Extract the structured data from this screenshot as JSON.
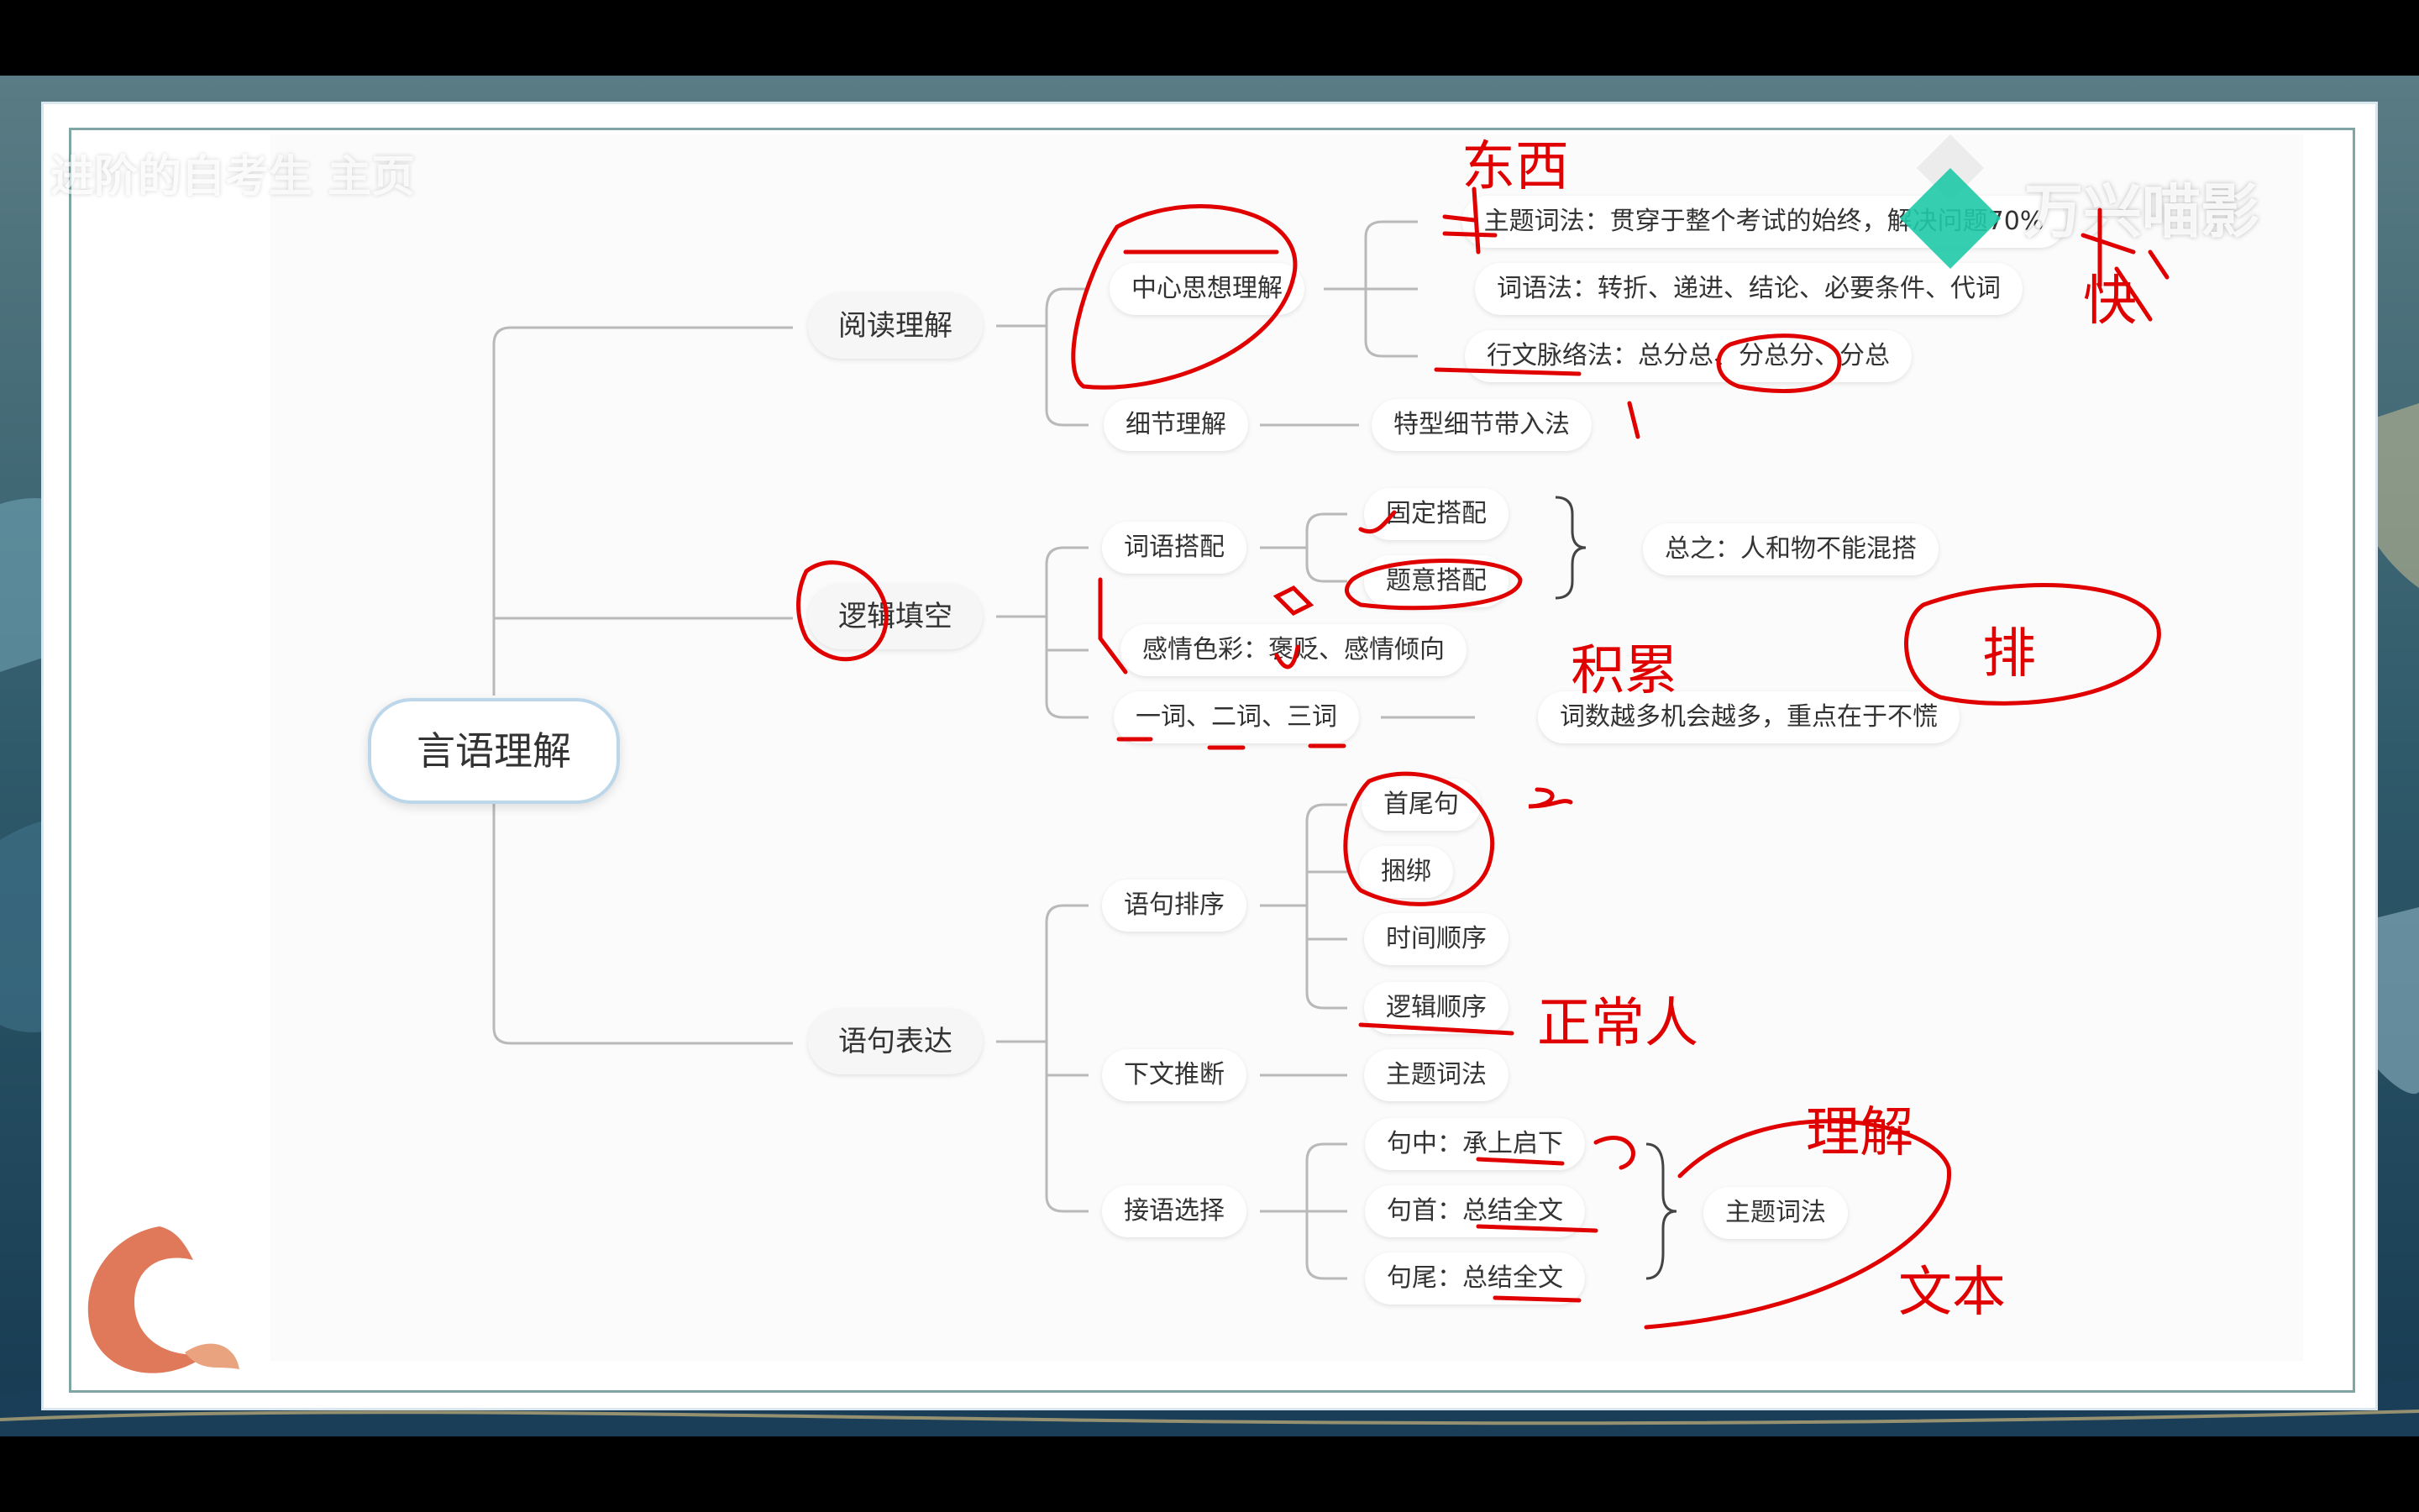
{
  "watermark": {
    "brand": "万兴喵影",
    "top_left_text": "进阶的自考生 主页"
  },
  "mindmap": {
    "root": "言语理解",
    "branches": {
      "reading": {
        "label": "阅读理解",
        "center": {
          "label": "中心思想理解",
          "items": [
            "主题词法：贯穿于整个考试的始终，解决问题70%",
            "词语法：转折、递进、结论、必要条件、代词",
            "行文脉络法：总分总、分总分、分总"
          ]
        },
        "detail": {
          "label": "细节理解",
          "item": "特型细节带入法"
        }
      },
      "logic": {
        "label": "逻辑填空",
        "collocation": {
          "label": "词语搭配",
          "items": [
            "固定搭配",
            "题意搭配"
          ],
          "summary": "总之：人和物不能混搭"
        },
        "emotion": "感情色彩：褒贬、感情倾向",
        "words": {
          "label": "一词、二词、三词",
          "note": "词数越多机会越多，重点在于不慌"
        }
      },
      "sentence": {
        "label": "语句表达",
        "ordering": {
          "label": "语句排序",
          "items": [
            "首尾句",
            "捆绑",
            "时间顺序",
            "逻辑顺序"
          ]
        },
        "inference": {
          "label": "下文推断",
          "item": "主题词法"
        },
        "connect": {
          "label": "接语选择",
          "items": [
            "句中：承上启下",
            "句首：总结全文",
            "句尾：总结全文"
          ],
          "summary": "主题词法"
        }
      }
    }
  },
  "annotations": {
    "note_top": "东西",
    "note_fast": "快",
    "note_accumulate": "积累",
    "note_exclude": "排",
    "note_normal": "正常人",
    "note_understand": "理解",
    "note_base": "文本"
  },
  "colors": {
    "ink": "#e00000",
    "line": "#b9b9b9",
    "root_border": "#bcd7ea"
  }
}
